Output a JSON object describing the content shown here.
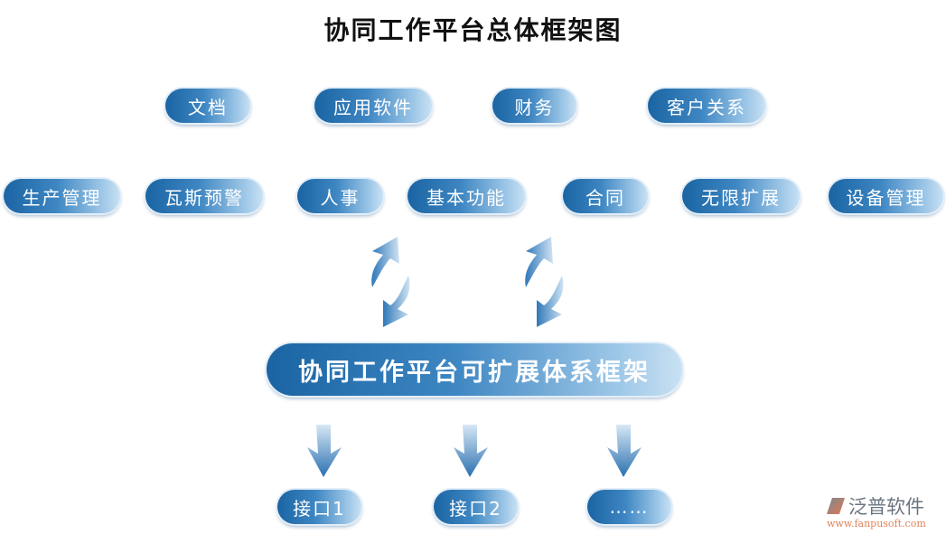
{
  "title": "协同工作平台总体框架图",
  "top_row": [
    "文档",
    "应用软件",
    "财务",
    "客户关系"
  ],
  "middle_row": [
    "生产管理",
    "瓦斯预警",
    "人事",
    "基本功能",
    "合同",
    "无限扩展",
    "设备管理"
  ],
  "platform": "协同工作平台可扩展体系框架",
  "interfaces": [
    "接口1",
    "接口2",
    "……"
  ],
  "logo": {
    "name": "泛普软件",
    "url": "www.fanpusoft.com"
  },
  "colors": {
    "pill_dark": "#1b64a3",
    "pill_light": "#c9e1f3",
    "arrow": "#2f78b8"
  }
}
